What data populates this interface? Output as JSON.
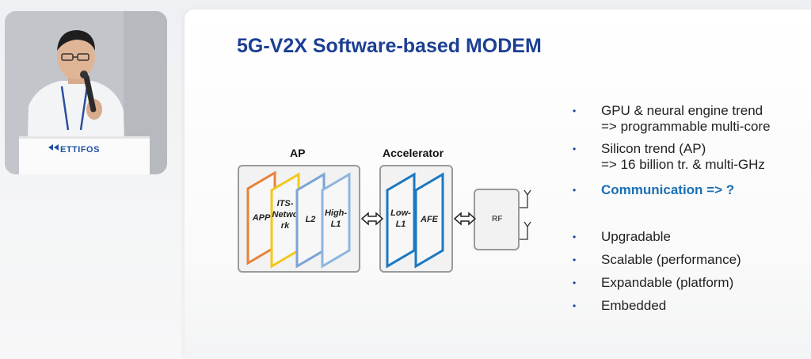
{
  "video": {
    "podium_logo": "ETTIFOS"
  },
  "slide": {
    "title": "5G-V2X Software-based MODEM",
    "diagram": {
      "ap_label": "AP",
      "accelerator_label": "Accelerator",
      "ap_layers": [
        "APP",
        "ITS-Network",
        "L2",
        "High-L1"
      ],
      "ap_layer_lines": [
        [
          "APP"
        ],
        [
          "ITS-",
          "Netwo",
          "rk"
        ],
        [
          "L2"
        ],
        [
          "High-",
          "L1"
        ]
      ],
      "accelerator_layers": [
        "Low-L1",
        "AFE"
      ],
      "accelerator_layer_lines": [
        [
          "Low-",
          "L1"
        ],
        [
          "AFE"
        ]
      ],
      "rf_label": "RF",
      "colors": {
        "app": "#e8823a",
        "its": "#f2c81d",
        "l2": "#7ba4d6",
        "l1": "#8fb5df",
        "accel": "#1b78c0",
        "box_border": "#9a9a9a"
      }
    },
    "bullets": [
      {
        "lines": [
          "GPU & neural engine trend",
          "=> programmable multi-core"
        ],
        "highlight": false
      },
      {
        "lines": [
          "Silicon trend (AP)",
          "=> 16 billion tr. & multi-GHz"
        ],
        "highlight": false
      },
      {
        "lines": [
          "Communication => ?"
        ],
        "highlight": true
      },
      {
        "lines": [
          "Upgradable"
        ],
        "highlight": false
      },
      {
        "lines": [
          "Scalable (performance)"
        ],
        "highlight": false
      },
      {
        "lines": [
          "Expandable (platform)"
        ],
        "highlight": false
      },
      {
        "lines": [
          "Embedded"
        ],
        "highlight": false
      }
    ],
    "bullet_marker": "•"
  }
}
